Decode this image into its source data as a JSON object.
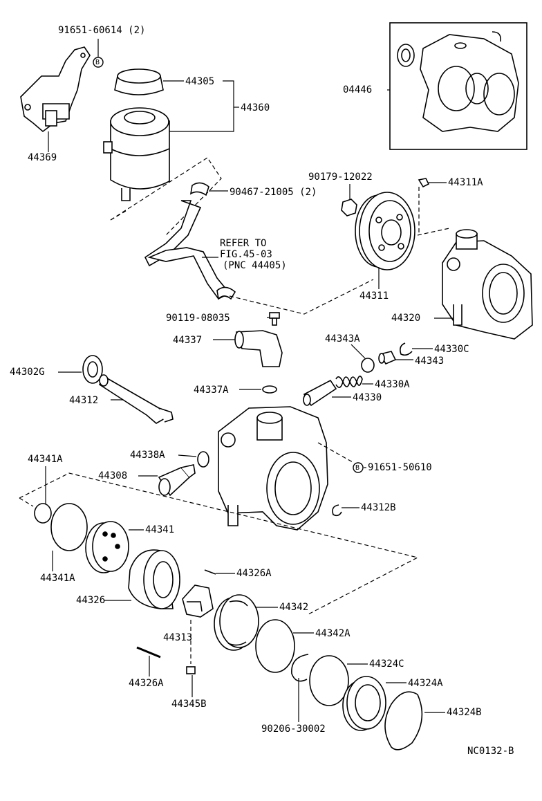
{
  "labels": {
    "l_91651_60614": "91651-60614 (2)",
    "l_44369": "44369",
    "l_44305": "44305",
    "l_44360": "44360",
    "l_04446": "04446",
    "l_90467": "90467-21005 (2)",
    "l_90179": "90179-12022",
    "l_44311A": "44311A",
    "l_refer1": "REFER TO",
    "l_refer2": "FIG.45-03",
    "l_refer3": "(PNC 44405)",
    "l_44311": "44311",
    "l_44320": "44320",
    "l_90119": "90119-08035",
    "l_44337": "44337",
    "l_44343A": "44343A",
    "l_44330C": "44330C",
    "l_44343": "44343",
    "l_44302G": "44302G",
    "l_44312": "44312",
    "l_44337A": "44337A",
    "l_44330A": "44330A",
    "l_44330": "44330",
    "l_44338A": "44338A",
    "l_91651_50610": "91651-50610",
    "l_44308": "44308",
    "l_44341A_top": "44341A",
    "l_44312B": "44312B",
    "l_44341": "44341",
    "l_44326A_r": "44326A",
    "l_44341A_bot": "44341A",
    "l_44326": "44326",
    "l_44342": "44342",
    "l_44313": "44313",
    "l_44342A": "44342A",
    "l_44324C": "44324C",
    "l_44326A_b": "44326A",
    "l_44324A": "44324A",
    "l_44345B": "44345B",
    "l_44324B": "44324B",
    "l_90206": "90206-30002",
    "l_code": "NC0132-B"
  },
  "bolt_marker": "B"
}
